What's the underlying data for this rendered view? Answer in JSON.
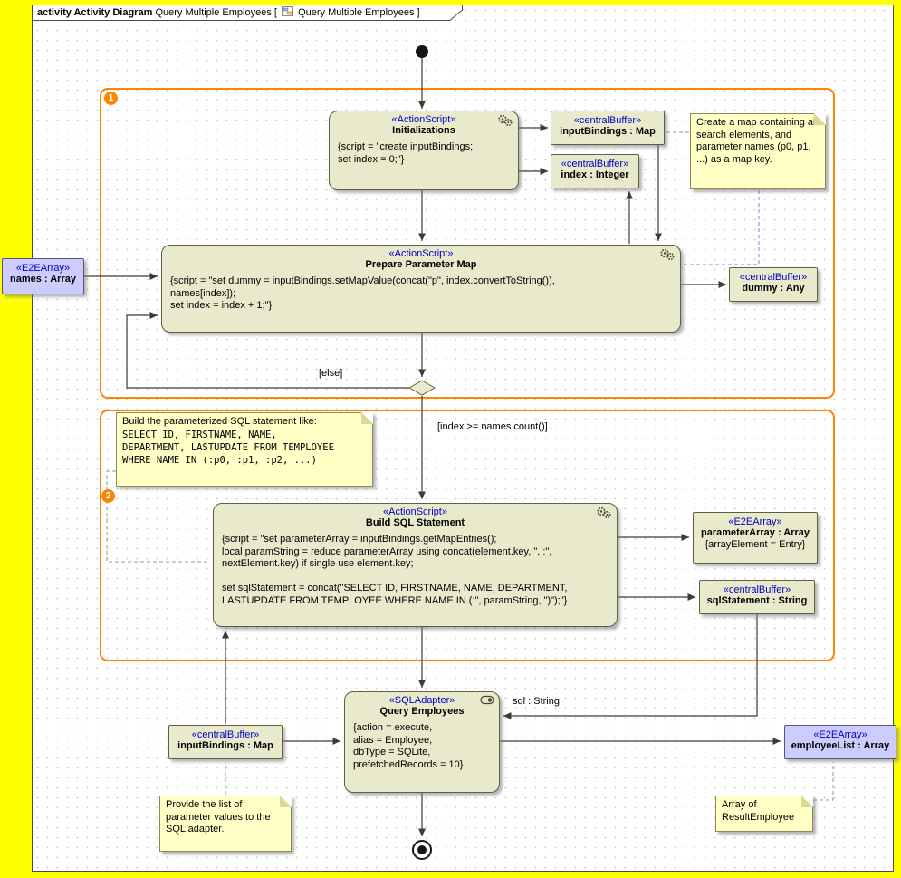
{
  "title": {
    "bold": "activity Activity Diagram",
    "name": "Query Multiple Employees",
    "open": "[",
    "frame": "Query Multiple Employees",
    "close": "]"
  },
  "regions": {
    "badge1": "1",
    "badge2": "2"
  },
  "colors": {
    "region_orange": "#ff8400",
    "stereotype_blue": "#0000c8",
    "action_fill": "#e9e9cb",
    "note_fill": "#ffffc6",
    "param_fill": "#ccccff"
  },
  "nodes": {
    "initializations": {
      "stereotype": "«ActionScript»",
      "name": "Initializations",
      "body": "{script = \"create inputBindings;\nset index = 0;\"}"
    },
    "input_bindings_top": {
      "stereotype": "«centralBuffer»",
      "name": "inputBindings : Map"
    },
    "index": {
      "stereotype": "«centralBuffer»",
      "name": "index : Integer"
    },
    "prepare": {
      "stereotype": "«ActionScript»",
      "name": "Prepare Parameter Map",
      "body": "{script = \"set dummy = inputBindings.setMapValue(concat(\"p\", index.convertToString()),\nnames[index]);\nset index = index + 1;\"}"
    },
    "names": {
      "stereotype": "«E2EArray»",
      "name": "names : Array"
    },
    "dummy": {
      "stereotype": "«centralBuffer»",
      "name": "dummy : Any"
    },
    "build": {
      "stereotype": "«ActionScript»",
      "name": "Build SQL Statement",
      "body": "{script = \"set parameterArray = inputBindings.getMapEntries();\nlocal paramString = reduce parameterArray using concat(element.key, \", :\",\nnextElement.key) if single use element.key;\n\nset sqlStatement = concat(\"SELECT ID, FIRSTNAME, NAME, DEPARTMENT,\nLASTUPDATE FROM TEMPLOYEE WHERE NAME IN (:\", paramString, \")\");\"}"
    },
    "parameter_array": {
      "stereotype": "«E2EArray»",
      "name": "parameterArray : Array",
      "body": "{arrayElement = Entry}"
    },
    "sql_statement": {
      "stereotype": "«centralBuffer»",
      "name": "sqlStatement : String"
    },
    "query": {
      "stereotype": "«SQLAdapter»",
      "name": "Query Employees",
      "body": "{action = execute,\nalias = Employee,\ndbType = SQLite,\nprefetchedRecords = 10}"
    },
    "input_bindings_bottom": {
      "stereotype": "«centralBuffer»",
      "name": "inputBindings : Map"
    },
    "employee_list": {
      "stereotype": "«E2EArray»",
      "name": "employeeList : Array"
    }
  },
  "notes": {
    "map_note": "Create a map containing all search elements, and parameter names (p0, p1, ...) as a map key.",
    "sql_note_intro": "Build the parameterized SQL statement like:",
    "sql_note_code": "SELECT ID, FIRSTNAME, NAME,\nDEPARTMENT, LASTUPDATE FROM TEMPLOYEE\nWHERE NAME IN (:p0, :p1, :p2, ...)",
    "provide_note": "Provide the list of parameter values to the SQL adapter.",
    "array_note": "Array of\nResultEmployee"
  },
  "edge_labels": {
    "else_guard": "[else]",
    "count_guard": "[index >= names.count()]",
    "sql_pin": "sql : String"
  }
}
